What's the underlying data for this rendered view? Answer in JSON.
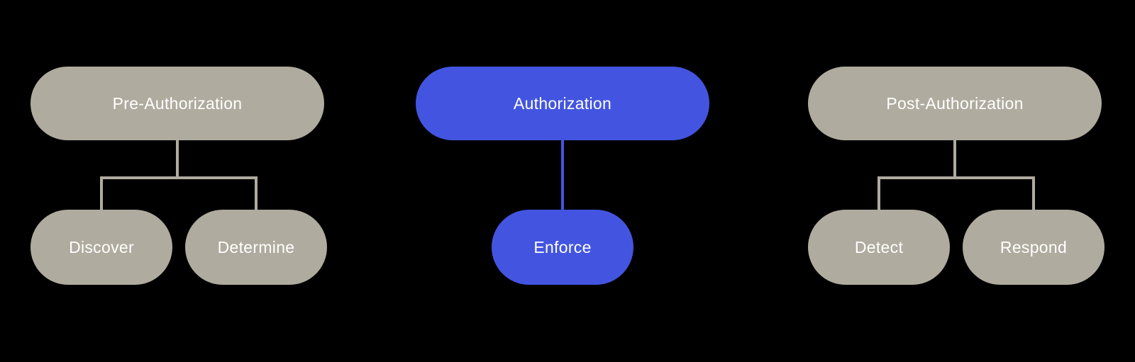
{
  "canvas": {
    "background": "#000000"
  },
  "diagram": {
    "type": "tree",
    "text_color": "#FFFFFF",
    "groups": [
      {
        "name": "pre-authorization",
        "accent_color": "#B0AB9F",
        "root_label": "Pre-Authorization",
        "children_labels": [
          "Discover",
          "Determine"
        ]
      },
      {
        "name": "authorization",
        "accent_color": "#4355E0",
        "root_label": "Authorization",
        "children_labels": [
          "Enforce"
        ]
      },
      {
        "name": "post-authorization",
        "accent_color": "#B0AB9F",
        "root_label": "Post-Authorization",
        "children_labels": [
          "Detect",
          "Respond"
        ]
      }
    ]
  }
}
